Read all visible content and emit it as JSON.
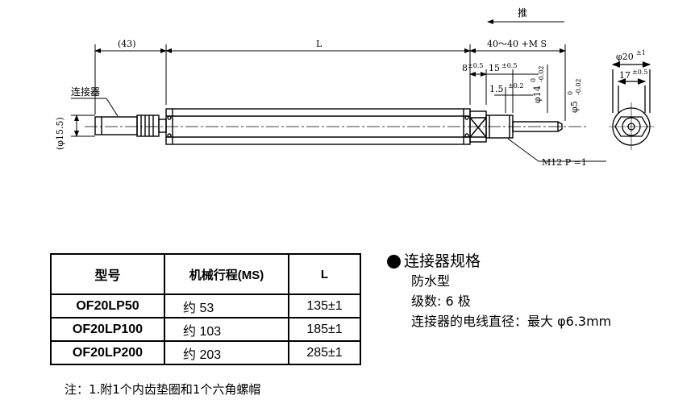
{
  "drawing": {
    "push_label": "推",
    "dim_43": "(43)",
    "dim_L": "L",
    "dim_stroke": "40～40 +M S",
    "dim_8": "8",
    "tol_8": "±0.5",
    "dim_15": "15",
    "tol_15": "±0.5",
    "dim_1_5": "1.5",
    "tol_1_5": "±0.2",
    "dim_phi14": "φ14",
    "tol_phi14_upper": "0",
    "tol_phi14_lower": "-0.02",
    "dim_phi5": "φ5",
    "tol_phi5_upper": "0",
    "tol_phi5_lower": "-0.02",
    "connector_label": "连接器",
    "dim_phi15_5": "(φ15.5)",
    "thread_label": "M12 P =1",
    "dim_phi20": "φ20",
    "tol_phi20": "±1",
    "dim_17": "17",
    "tol_17": "±0.5"
  },
  "table": {
    "headers": [
      "型号",
      "机械行程(MS)",
      "L"
    ],
    "rows": [
      [
        "OF20LP50",
        "约  53",
        "135±1"
      ],
      [
        "OF20LP100",
        "约 103",
        "185±1"
      ],
      [
        "OF20LP200",
        "约 203",
        "285±1"
      ]
    ]
  },
  "connector_spec": {
    "title": "连接器规格",
    "lines": [
      "防水型",
      "级数: 6 极",
      "连接器的电线直径：最大 φ6.3mm"
    ]
  },
  "note": "注：1.附1个内齿垫圈和1个六角螺帽"
}
